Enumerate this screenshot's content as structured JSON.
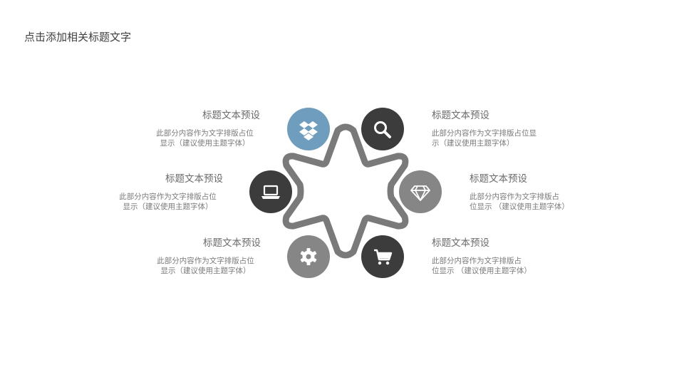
{
  "header": {
    "title": "点击添加相关标题文字"
  },
  "colors": {
    "accent_blue": "#6f9dbd",
    "dark": "#3c3c3c",
    "mid_gray": "#868686",
    "outline": "#7a7a7a"
  },
  "items": [
    {
      "icon": "dropbox-icon",
      "title": "标题文本预设",
      "desc_1": "此部分内容作为文字排版占位",
      "desc_2": "显示（建议使用主题字体）"
    },
    {
      "icon": "search-icon",
      "title": "标题文本预设",
      "desc_1": "此部分内容作为文字排版占位显",
      "desc_2": "示（建议使用主题字体）"
    },
    {
      "icon": "laptop-icon",
      "title": "标题文本预设",
      "desc_1": "此部分内容作为文字排版占位",
      "desc_2": "显示（建议使用主题字体）"
    },
    {
      "icon": "diamond-icon",
      "title": "标题文本预设",
      "desc_1": "此部分内容作为文字排版占",
      "desc_2": "位显示 （建议使用主题字体）"
    },
    {
      "icon": "gear-icon",
      "title": "标题文本预设",
      "desc_1": "此部分内容作为文字排版占位",
      "desc_2": "显示（建议使用主题字体）"
    },
    {
      "icon": "cart-icon",
      "title": "标题文本预设",
      "desc_1": "此部分内容作为文字排版占",
      "desc_2": "位显示 （建议使用主题字体）"
    }
  ]
}
